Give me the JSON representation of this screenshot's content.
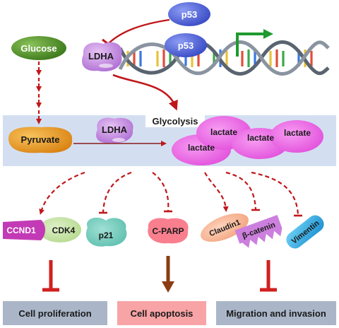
{
  "labels": {
    "p53_top": "p53",
    "p53_mid": "p53",
    "glucose": "Glucose",
    "ldha_top": "LDHA",
    "glycolysis": "Glycolysis",
    "pyruvate": "Pyruvate",
    "ldha_mid": "LDHA",
    "lactate": [
      "lactate",
      "lactate",
      "lactate",
      "lactate"
    ],
    "ccnd1": "CCND1",
    "cdk4": "CDK4",
    "p21": "p21",
    "cparp": "C-PARP",
    "claudin1": "Claudin1",
    "beta_catenin": "β-catenin",
    "vimentin": "Vimentin",
    "outcome_proliferation": "Cell proliferation",
    "outcome_apoptosis": "Cell apoptosis",
    "outcome_migration": "Migration and invasion"
  },
  "colors": {
    "inhibit_red": "#d0201f",
    "p53_blue": "#4f63dd",
    "glucose_green": "#5a9a2c",
    "ldha_purple": "#c98de6",
    "band_blue": "#d3dff1",
    "pyruvate_orange": "#e9a02a",
    "lactate_pink": "#ee66e6",
    "apoptosis_brown": "#8b3c12",
    "grey_box": "#aab6c8",
    "pink_box": "#f8a3a5"
  }
}
